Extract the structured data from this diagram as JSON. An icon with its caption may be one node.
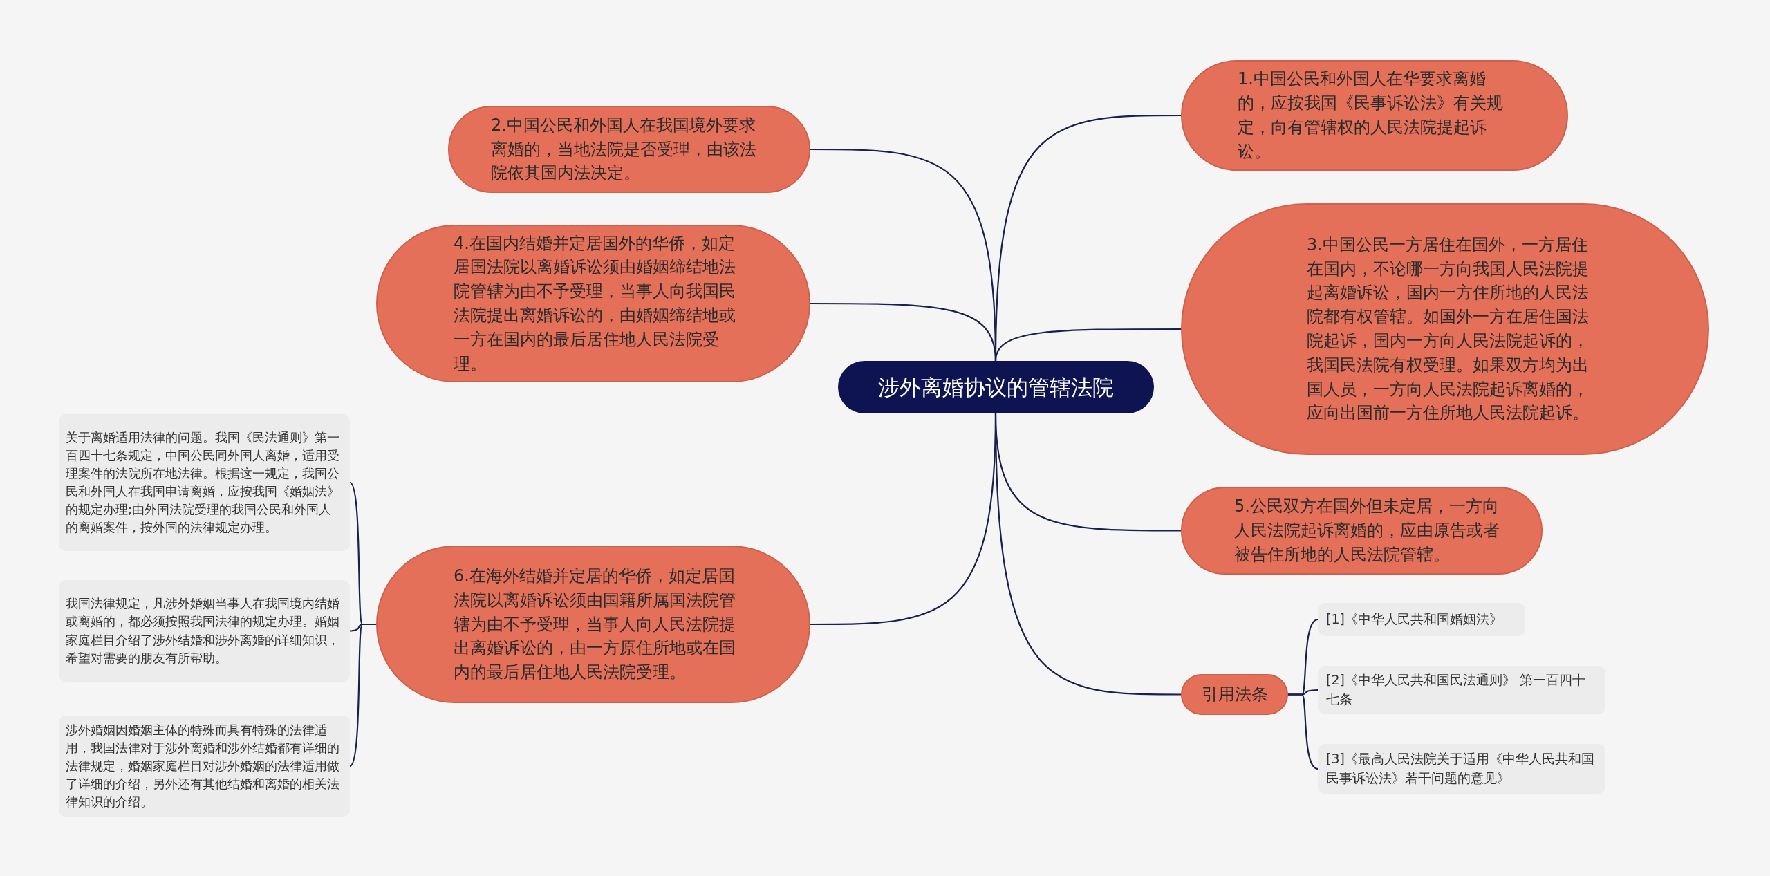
{
  "diagram": {
    "nodes": [
      {
        "text": [
          "涉外离婚协议的管辖法院"
        ]
      },
      {
        "text": [
          "1.中国公民和外国人在华要求离婚的，应按我国《民事诉讼法》有关规定，向有管辖权的人民法院提起诉讼。"
        ]
      },
      {
        "text": [
          "2.中国公民和外国人在我国境外要求离婚的，当地法院是否受理，由该法院依其国内法决定。"
        ]
      },
      {
        "text": [
          "3.中国公民一方居住在国外，一方居住在国内，不论哪一方向我国人民法院提起离婚诉讼，国内一方住所地的人民法院都有权管辖。如国外一方在居住国法院起诉，国内一方向人民法院起诉的，我国民法院有权受理。如果双方均为出国人员，一方向人民法院起诉离婚的，应向出国前一方住所地人民法院起诉。"
        ]
      },
      {
        "text": [
          "4.在国内结婚并定居国外的华侨，如定居国法院以离婚诉讼须由婚姻缔结地法院管辖为由不予受理，当事人向我国民法院提出离婚诉讼的，由婚姻缔结地或一方在国内的最后居住地人民法院受理。"
        ]
      },
      {
        "text": [
          "5.公民双方在国外但未定居，一方向人民法院起诉离婚的，应由原告或者被告住所地的人民法院管辖。"
        ]
      },
      {
        "text": [
          "6.在海外结婚并定居的华侨，如定居国法院以离婚诉讼须由国籍所属国法院管辖为由不予受理，当事人向人民法院提出离婚诉讼的，由一方原住所地或在国内的最后居住地人民法院受理。"
        ]
      },
      {
        "text": [
          "引用法条"
        ]
      },
      {
        "text": [
          "[1]《中华人民共和国婚姻法》"
        ]
      },
      {
        "text": [
          "[2]《中华人民共和国民法通则》 第一百四十七条"
        ]
      },
      {
        "text": [
          "[3]《最高人民法院关于适用《中华人民共和国民事诉讼法》若干问题的意见》"
        ]
      },
      {
        "text": [
          "关于离婚适用法律的问题。我国《民法通则》第一百四十七条规定，中国公民同外国人离婚，适用受理案件的法院所在地法律。根据这一规定，我国公民和外国人在我国申请离婚，应按我国《婚姻法》的规定办理;由外国法院受理的我国公民和外国人的离婚案件，按外国的法律规定办理。"
        ]
      },
      {
        "text": [
          "我国法律规定，凡涉外婚姻当事人在我国境内结婚或离婚的，都必须按照我国法律的规定办理。婚姻家庭栏目介绍了涉外结婚和涉外离婚的详细知识，希望对需要的朋友有所帮助。"
        ]
      },
      {
        "text": [
          "涉外婚姻因婚姻主体的特殊而具有特殊的法律适用，我国法律对于涉外离婚和涉外结婚都有详细的法律规定，婚姻家庭栏目对涉外婚姻的法律适用做了详细的介绍，另外还有其他结婚和离婚的相关法律知识的介绍。"
        ]
      }
    ],
    "edges": [
      {
        "from": 0,
        "to": 1,
        "arrow": "none"
      },
      {
        "from": 0,
        "to": 2,
        "arrow": "none"
      },
      {
        "from": 0,
        "to": 3,
        "arrow": "none"
      },
      {
        "from": 0,
        "to": 4,
        "arrow": "none"
      },
      {
        "from": 0,
        "to": 5,
        "arrow": "none"
      },
      {
        "from": 0,
        "to": 6,
        "arrow": "none"
      },
      {
        "from": 0,
        "to": 7,
        "arrow": "none"
      },
      {
        "from": 7,
        "to": 8,
        "arrow": "none"
      },
      {
        "from": 7,
        "to": 9,
        "arrow": "none"
      },
      {
        "from": 7,
        "to": 10,
        "arrow": "none"
      },
      {
        "from": 6,
        "to": 11,
        "arrow": "none"
      },
      {
        "from": 6,
        "to": 12,
        "arrow": "none"
      },
      {
        "from": 6,
        "to": 13,
        "arrow": "none"
      }
    ]
  }
}
